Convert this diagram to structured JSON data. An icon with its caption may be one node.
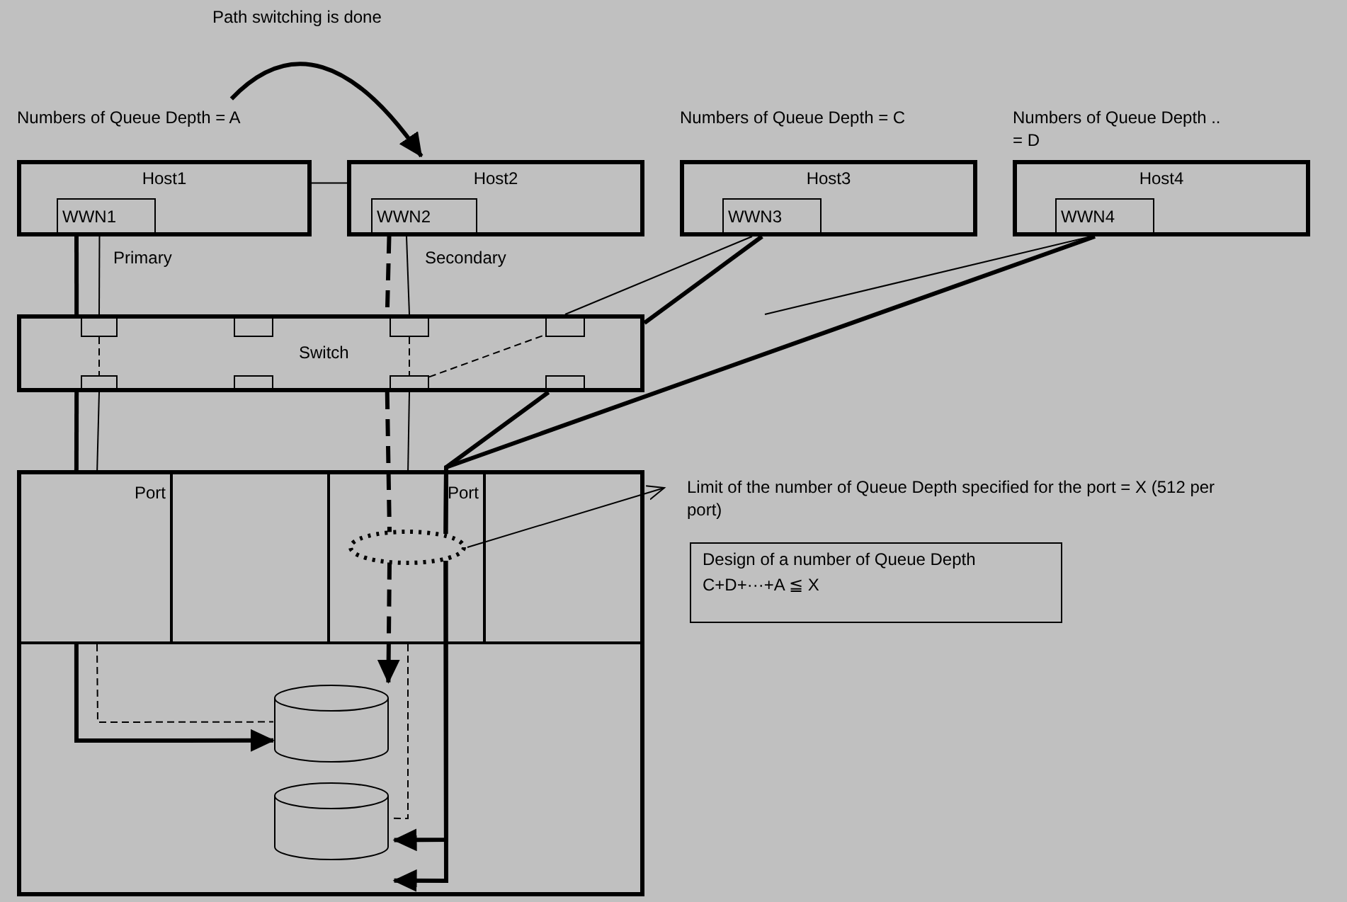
{
  "diagram": {
    "nodes": [
      {
        "text": [
          "Host1"
        ],
        "beside": [
          "Numbers of Queue Depth = A"
        ]
      },
      {
        "text": [
          "WWN1"
        ],
        "in": 0
      },
      {
        "text": [
          "Host2"
        ]
      },
      {
        "text": [
          "WWN2"
        ],
        "in": 2
      },
      {
        "text": [
          "Host3"
        ],
        "beside": [
          "Numbers of Queue Depth = C"
        ]
      },
      {
        "text": [
          "WWN3"
        ],
        "in": 4
      },
      {
        "text": [
          "Host4"
        ],
        "beside": [
          "Numbers of Queue Depth ..",
          "= D"
        ]
      },
      {
        "text": [
          "WWN4"
        ],
        "in": 6
      },
      {
        "text": [
          "Switch"
        ]
      },
      {
        "text": [],
        "shape": "box"
      },
      {
        "text": [
          "Port"
        ],
        "in": 9
      },
      {
        "text": [],
        "shape": "box",
        "in": 9
      },
      {
        "text": [
          "Port"
        ],
        "in": 9
      },
      {
        "text": [],
        "shape": "box",
        "in": 9
      },
      {
        "text": [],
        "shape": "circle",
        "in": 12
      },
      {
        "text": [],
        "shape": "cylinder",
        "in": 9
      },
      {
        "text": [],
        "shape": "cylinder",
        "in": 9
      },
      {
        "text": [
          "Limit of the number of Queue Depth specified for the port = X (512 per port)"
        ]
      },
      {
        "text": [
          "Design of a number of Queue Depth",
          "C+D+···+A ≦ X"
        ]
      },
      {
        "text": [],
        "shape": "box",
        "in": 8
      },
      {
        "text": [],
        "shape": "box",
        "in": 8
      },
      {
        "text": [],
        "shape": "box",
        "in": 8
      },
      {
        "text": [],
        "shape": "box",
        "in": 8
      },
      {
        "text": [],
        "shape": "box",
        "in": 8
      },
      {
        "text": [],
        "shape": "box",
        "in": 8
      },
      {
        "text": [],
        "shape": "box",
        "in": 8
      },
      {
        "text": [],
        "shape": "box",
        "in": 8
      }
    ],
    "edges": [
      {
        "from": 0,
        "to": 2,
        "arrow": "none"
      },
      {
        "from": 0,
        "to": 2,
        "arrow": "to",
        "label": "Path switching is done",
        "style": "thick"
      },
      {
        "from": 1,
        "to": 8,
        "arrow": "none",
        "style": "thick"
      },
      {
        "from": 8,
        "to": 10,
        "arrow": "none",
        "style": "thick"
      },
      {
        "from": 3,
        "to": 8,
        "arrow": "none",
        "style": "dashed"
      },
      {
        "from": 8,
        "to": 14,
        "arrow": "none",
        "style": "dashed"
      },
      {
        "from": 5,
        "to": 8,
        "arrow": "none",
        "style": "thick"
      },
      {
        "from": 8,
        "to": 14,
        "arrow": "none",
        "style": "thick"
      },
      {
        "from": 7,
        "to": 14,
        "arrow": "none",
        "style": "thick"
      },
      {
        "from": 0,
        "to": 19,
        "arrow": "none"
      },
      {
        "from": 23,
        "to": 10,
        "arrow": "none"
      },
      {
        "from": 19,
        "to": 23,
        "arrow": "none",
        "style": "dashed"
      },
      {
        "from": 2,
        "to": 21,
        "arrow": "none"
      },
      {
        "from": 25,
        "to": 12,
        "arrow": "none"
      },
      {
        "from": 21,
        "to": 25,
        "arrow": "none",
        "style": "dashed"
      },
      {
        "from": 25,
        "to": 22,
        "arrow": "none",
        "style": "dashed"
      },
      {
        "from": 5,
        "to": 22,
        "arrow": "none"
      },
      {
        "from": 7,
        "to": null,
        "arrow": "none"
      },
      {
        "from": 10,
        "to": 15,
        "arrow": "none",
        "style": "dashed"
      },
      {
        "from": 12,
        "to": 16,
        "arrow": "none",
        "style": "dashed"
      },
      {
        "from": 14,
        "to": 17,
        "arrow": "to"
      },
      {
        "from": 10,
        "to": 15,
        "arrow": "to",
        "style": "thick"
      },
      {
        "from": 14,
        "to": 15,
        "arrow": "to",
        "style": "dashed"
      },
      {
        "from": 14,
        "to": 16,
        "arrow": "to",
        "style": "thick"
      },
      {
        "from": 14,
        "to": 16,
        "arrow": "to",
        "style": "thick"
      }
    ],
    "labels": [
      "Primary",
      "Secondary"
    ]
  }
}
